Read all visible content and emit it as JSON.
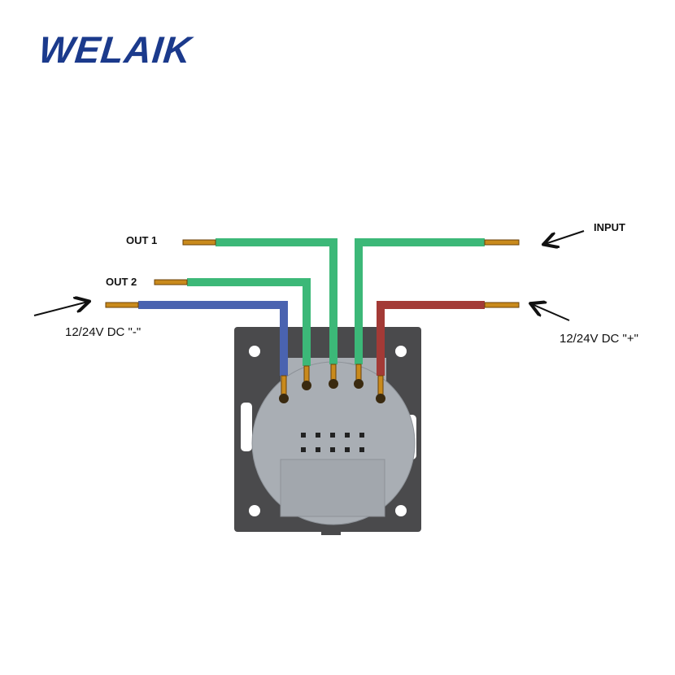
{
  "brand": {
    "logo_text": "WELAIK"
  },
  "labels": {
    "out1": "OUT 1",
    "out2": "OUT 2",
    "input": "INPUT",
    "dc_negative": "12/24V DC \"-\"",
    "dc_positive": "12/24V DC \"+\""
  },
  "colors": {
    "logo": "#1b3a8c",
    "wire_green": "#3cb878",
    "wire_blue": "#4a63b0",
    "wire_red": "#a33a36",
    "plate": "#4a4a4c",
    "module": "#a9aeb4",
    "copper": "#c98a1c"
  }
}
